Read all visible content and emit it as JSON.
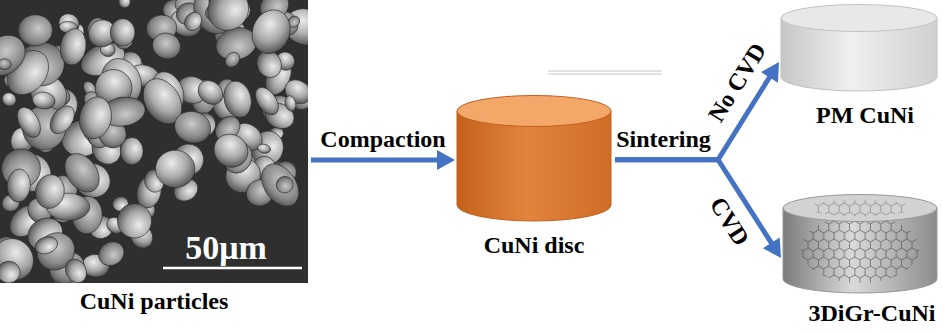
{
  "diagram": {
    "nodes": [
      {
        "text": [
          "50μm",
          "CuNi particles"
        ]
      },
      {
        "text": [
          "CuNi disc"
        ]
      },
      {
        "text": [
          "PM CuNi"
        ]
      },
      {
        "text": [
          "3DiGr-CuNi"
        ]
      }
    ],
    "edges": [
      {
        "from": 0,
        "to": 1,
        "label": "Compaction",
        "arrow": "to"
      },
      {
        "from": 1,
        "to": 2,
        "label": "No CVD",
        "arrow": "to"
      },
      {
        "from": 1,
        "to": 3,
        "label": "CVD",
        "arrow": "to"
      }
    ],
    "labels": [
      "Sintering"
    ]
  }
}
